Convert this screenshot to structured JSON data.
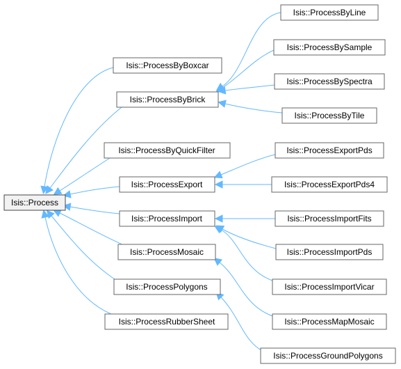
{
  "diagram": {
    "colors": {
      "edge": "#63b8ff",
      "box_border": "#666666",
      "root_fill": "#f2f2f2"
    },
    "nodes": {
      "process": "Isis::Process",
      "boxcar": "Isis::ProcessByBoxcar",
      "brick": "Isis::ProcessByBrick",
      "quickfilter": "Isis::ProcessByQuickFilter",
      "export": "Isis::ProcessExport",
      "import": "Isis::ProcessImport",
      "mosaic": "Isis::ProcessMosaic",
      "polygons": "Isis::ProcessPolygons",
      "rubbersheet": "Isis::ProcessRubberSheet",
      "byline": "Isis::ProcessByLine",
      "bysample": "Isis::ProcessBySample",
      "byspectra": "Isis::ProcessBySpectra",
      "bytile": "Isis::ProcessByTile",
      "exportpds": "Isis::ProcessExportPds",
      "exportpds4": "Isis::ProcessExportPds4",
      "importfits": "Isis::ProcessImportFits",
      "importpds": "Isis::ProcessImportPds",
      "importvicar": "Isis::ProcessImportVicar",
      "mapmosaic": "Isis::ProcessMapMosaic",
      "groundpolygons": "Isis::ProcessGroundPolygons"
    },
    "edges": [
      {
        "child": "boxcar",
        "parent": "process"
      },
      {
        "child": "brick",
        "parent": "process"
      },
      {
        "child": "quickfilter",
        "parent": "process"
      },
      {
        "child": "export",
        "parent": "process"
      },
      {
        "child": "import",
        "parent": "process"
      },
      {
        "child": "mosaic",
        "parent": "process"
      },
      {
        "child": "polygons",
        "parent": "process"
      },
      {
        "child": "rubbersheet",
        "parent": "process"
      },
      {
        "child": "byline",
        "parent": "brick"
      },
      {
        "child": "bysample",
        "parent": "brick"
      },
      {
        "child": "byspectra",
        "parent": "brick"
      },
      {
        "child": "bytile",
        "parent": "brick"
      },
      {
        "child": "exportpds",
        "parent": "export"
      },
      {
        "child": "exportpds4",
        "parent": "export"
      },
      {
        "child": "importfits",
        "parent": "import"
      },
      {
        "child": "importpds",
        "parent": "import"
      },
      {
        "child": "importvicar",
        "parent": "import"
      },
      {
        "child": "mapmosaic",
        "parent": "mosaic"
      },
      {
        "child": "groundpolygons",
        "parent": "polygons"
      }
    ]
  }
}
